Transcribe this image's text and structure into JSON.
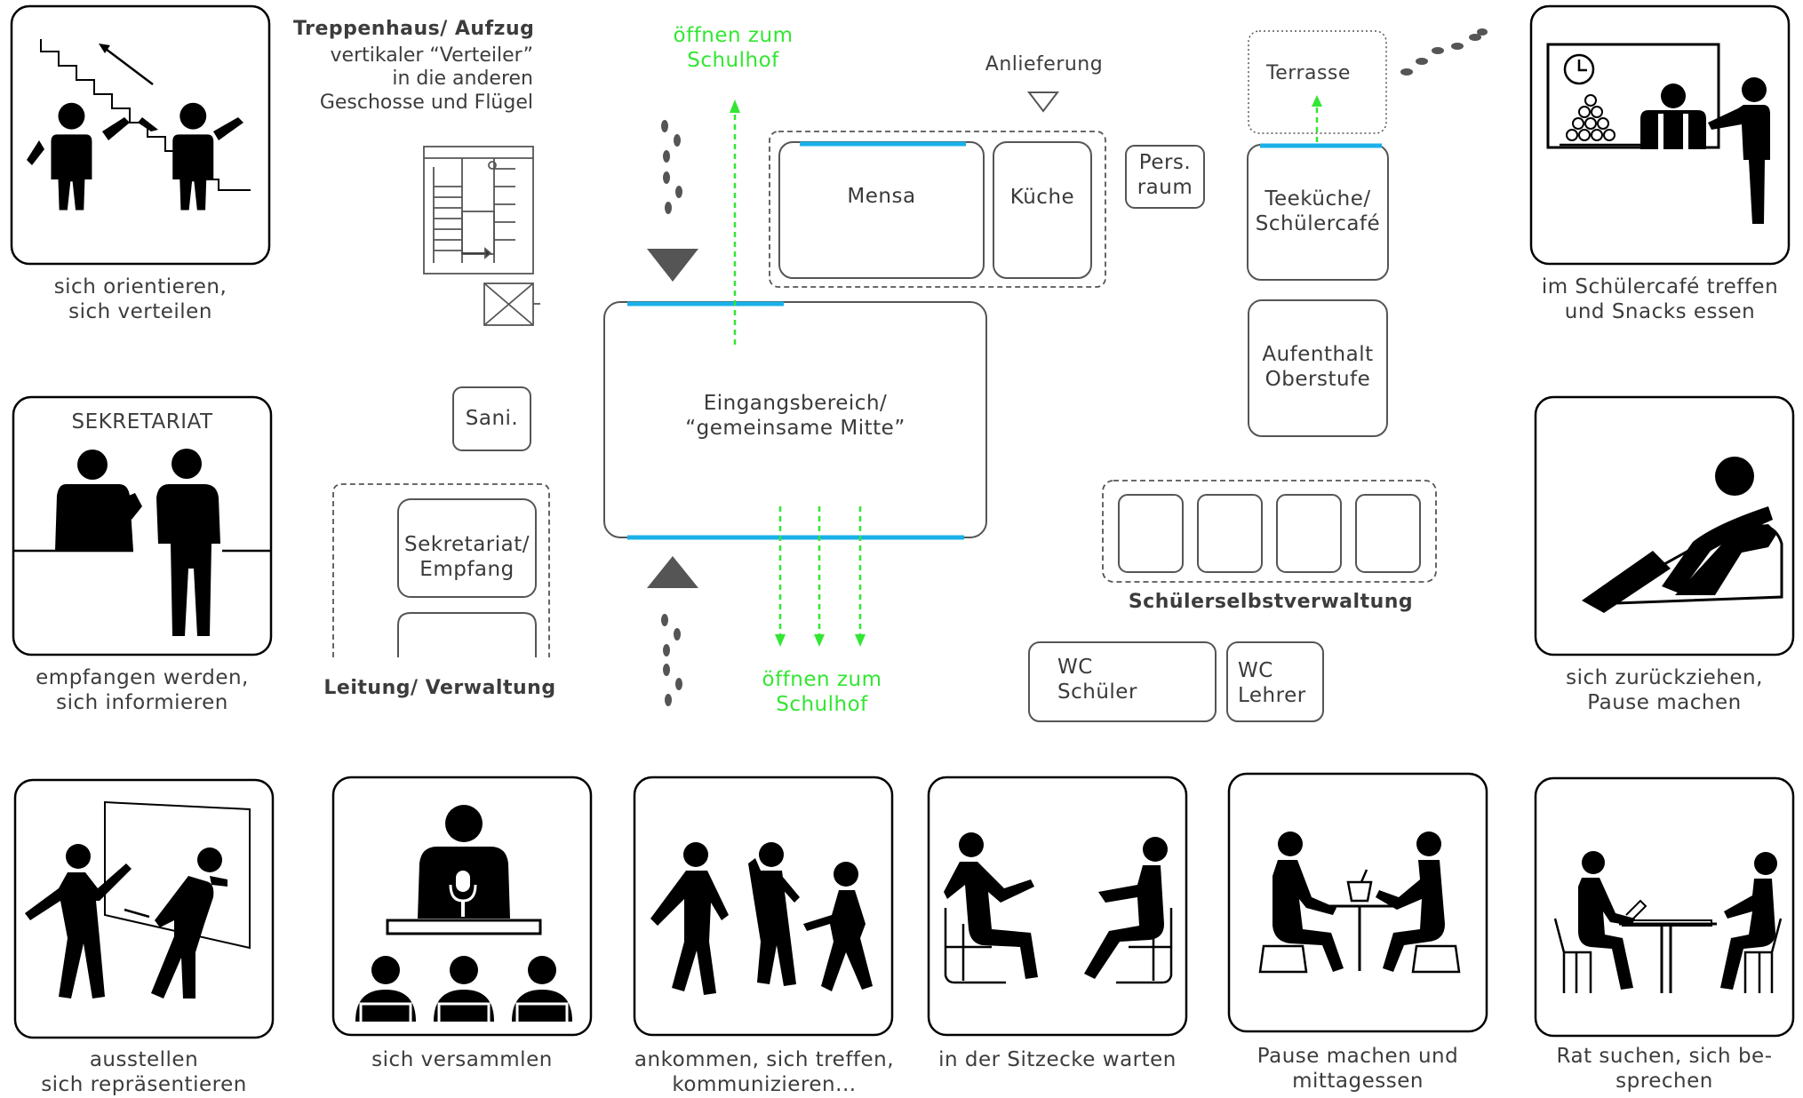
{
  "icons": {
    "orientation": "sich orientieren,\nsich verteilen",
    "reception": "empfangen werden,\nsich informieren",
    "cafe": "im Schülercafé treffen\nund Snacks essen",
    "retreat": "sich zurückziehen,\nPause machen",
    "exhibit": "ausstellen\nsich repräsentieren",
    "assemble": "sich versammlen",
    "arrive": "ankommen, sich treffen,\nkommunizieren...",
    "wait": "in der Sitzecke warten",
    "lunch": "Pause machen und\nmittagessen",
    "advice": "Rat suchen, sich be-\nsprechen",
    "sekretariat_sign": "SEKRETARIAT"
  },
  "plan": {
    "stairs_title": "Treppenhaus/ Aufzug",
    "stairs_desc": "vertikaler “Verteiler”\nin die anderen\nGeschosse und Flügel",
    "open_top": "öffnen zum\nSchulhof",
    "open_bottom": "öffnen zum\nSchulhof",
    "delivery": "Anlieferung",
    "mensa": "Mensa",
    "kueche": "Küche",
    "pers_raum": "Pers.\nraum",
    "terrasse": "Terrasse",
    "teekueche": "Teeküche/\nSchülercafé",
    "aufenthalt": "Aufenthalt\nOberstufe",
    "eingang": "Eingangsbereich/\n“gemeinsame Mitte”",
    "sani": "Sani.",
    "sekretariat": "Sekretariat/\nEmpfang",
    "leitung": "Leitung/ Verwaltung",
    "schuelerselbst": "Schülerselbstverwaltung",
    "wc_schueler": "WC\nSchüler",
    "wc_lehrer": "WC\nLehrer"
  },
  "colors": {
    "accent_blue": "#1ab0e8",
    "green": "#33e633",
    "line": "#555555",
    "figure": "#000000"
  }
}
